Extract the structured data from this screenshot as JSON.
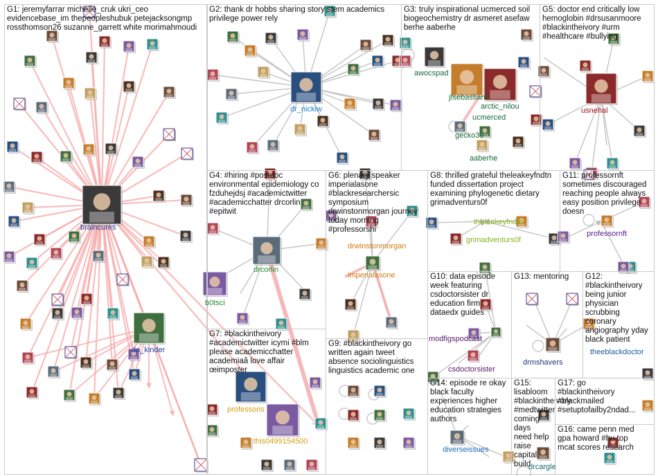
{
  "groups": [
    {
      "id": "G1",
      "label": "G1: jeremyfarrar michelle_cruk ukri_ceo\nevidencebase_im thepeopleshubuk petejacksongmp\nrossthomson26 suzanne_garrett white morimahmoudi"
    },
    {
      "id": "G2",
      "label": "G2: thank dr hobbs sharing story stem academics\nprivilege power rely"
    },
    {
      "id": "G3",
      "label": "G3: truly inspirational ucmerced soil\nbiogeochemistry dr asmeret asefaw\nberhe aaberhe"
    },
    {
      "id": "G5",
      "label": "G5: doctor end critically low\nhemoglobin #drsusanmoore\n#blackintheivory #urm\n#healthcare #bullying"
    },
    {
      "id": "G4",
      "label": "G4: #hiring #postdoc\nenvironmental epidemiology co\nfzduhejdsj #academictwitter\n#academicchatter drcorlin\n#epitwit"
    },
    {
      "id": "G6",
      "label": "G6: plenary speaker\nimperialasone\n#blackresearchersic\nsymposium\ndrwinstonmorgan journey\ntoday morning\n#professorshi"
    },
    {
      "id": "G8",
      "label": "G8: thrilled grateful theleakeyfndtn\nfunded dissertation project\nexamining phylogenetic dietary\ngrimadventurs0f"
    },
    {
      "id": "G11",
      "label": "G11: professornft\nsometimes discouraged\nreaching people always\neasy position privilege\ndoesn"
    },
    {
      "id": "G7",
      "label": "G7: #blackintheivory\n#academictwitter icymi #blm\nplease academicchatter\nacademiaâ love affair\nœimposter"
    },
    {
      "id": "G10",
      "label": "G10: data episode\nweek featuring\ncsdoctorsister dr\neducation firm\ndataedx guides"
    },
    {
      "id": "G13",
      "label": "G13: mentoring"
    },
    {
      "id": "G12",
      "label": "G12:\n#blackintheivory\nbeing junior\nphysician\nscrubbing\ncoronary\nangiography yday\nblack patient"
    },
    {
      "id": "G9",
      "label": "G9: #blackintheivory go\nwritten again tweet\nabsence sociolinguistics\nlinguistics academic one"
    },
    {
      "id": "G14",
      "label": "G14: episode re okay\nblack faculty\nexperiences higher\neducation strategies\nauthors"
    },
    {
      "id": "G15",
      "label": "G15: lisabloom\n#blackintheivory\n#medtwitter\ncoming days\nneed help raise\ncapital build"
    },
    {
      "id": "G17",
      "label": "G17: go\n#blackintheivory\n#blackmailed\n#setuptofailby2ndad..."
    },
    {
      "id": "G16",
      "label": "G16: came penn med\ngpa howard #hu top\nmcat scores research"
    }
  ],
  "nodes": [
    {
      "name": "braincures",
      "color": "#1a3fa0"
    },
    {
      "name": "do_kinder",
      "color": "#1a3fa0"
    },
    {
      "name": "dr_nickiw",
      "color": "#1a7fd0"
    },
    {
      "name": "awocspad",
      "color": "#156a35"
    },
    {
      "name": "jfsebastian1",
      "color": "#156a35"
    },
    {
      "name": "arctic_nilou",
      "color": "#156a35"
    },
    {
      "name": "ucmerced",
      "color": "#156a35"
    },
    {
      "name": "gecko39",
      "color": "#156a35"
    },
    {
      "name": "aaberhe",
      "color": "#156a35"
    },
    {
      "name": "usnehal",
      "color": "#a0101a"
    },
    {
      "name": "drcorlin",
      "color": "#1e8a2e"
    },
    {
      "name": "b0tsci",
      "color": "#1e8a2e"
    },
    {
      "name": "drwinstonmorgan",
      "color": "#d07a10"
    },
    {
      "name": "imperialasone",
      "color": "#d07a10"
    },
    {
      "name": "theleakeyfndtn",
      "color": "#8ab020"
    },
    {
      "name": "grimadventurs0f",
      "color": "#8ab020"
    },
    {
      "name": "professornft",
      "color": "#5a1a8a"
    },
    {
      "name": "professoris",
      "color": "#d0a010"
    },
    {
      "name": "this0499154500",
      "color": "#d0a010"
    },
    {
      "name": "modfigspodcast",
      "color": "#5a1a6a"
    },
    {
      "name": "csdoctorsister",
      "color": "#5a1a6a"
    },
    {
      "name": "drmshavers",
      "color": "#1a3a7a"
    },
    {
      "name": "theeblackdoctor",
      "color": "#1a5a9a"
    },
    {
      "name": "diverseissues",
      "color": "#1a6ac0"
    },
    {
      "name": "drcargle",
      "color": "#1a6a6a"
    }
  ]
}
